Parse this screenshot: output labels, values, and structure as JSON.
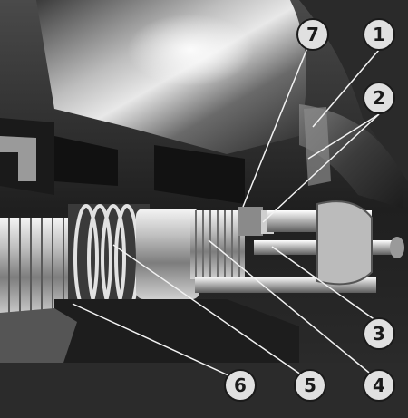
{
  "callouts": [
    {
      "label": "1"
    },
    {
      "label": "2"
    },
    {
      "label": "3"
    },
    {
      "label": "4"
    },
    {
      "label": "5"
    },
    {
      "label": "6"
    },
    {
      "label": "7"
    }
  ],
  "colors": {
    "callout_fill": "#e0e0e0",
    "callout_stroke": "#1a1a1a",
    "housing_dark": "#2c2c2c",
    "metal_light": "#c8c8c8"
  }
}
